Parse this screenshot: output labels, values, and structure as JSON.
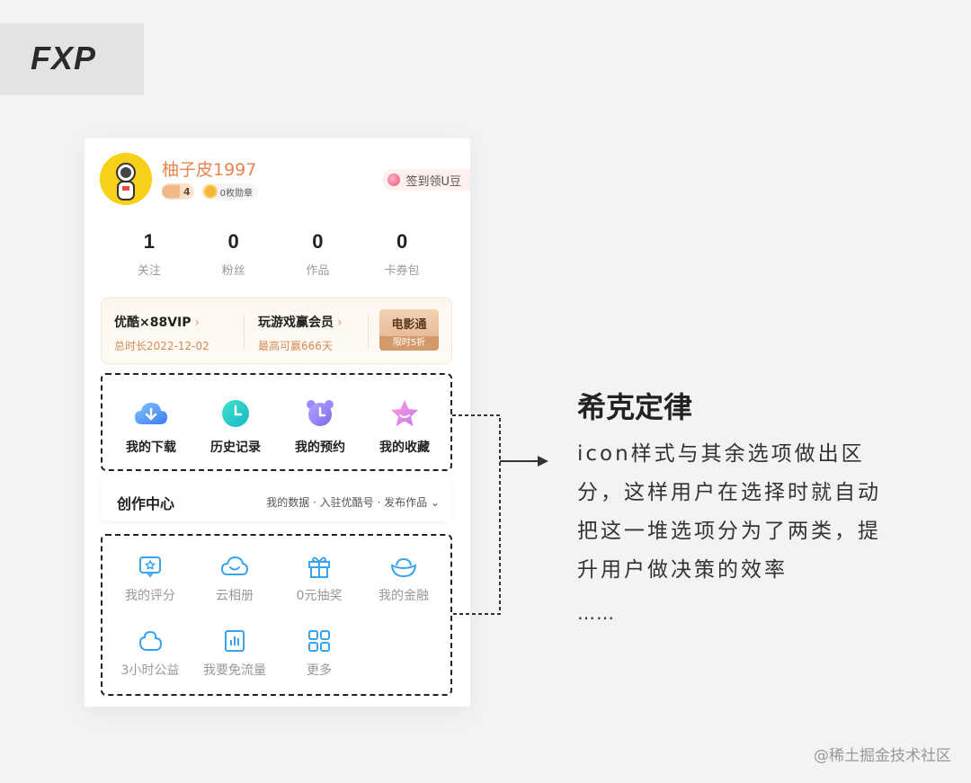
{
  "brand": {
    "logo_text": "FXP"
  },
  "profile": {
    "username": "柚子皮1997",
    "level": "4",
    "medals": "0枚勋章",
    "signin": "签到领U豆"
  },
  "stats": [
    {
      "value": "1",
      "label": "关注"
    },
    {
      "value": "0",
      "label": "粉丝"
    },
    {
      "value": "0",
      "label": "作品"
    },
    {
      "value": "0",
      "label": "卡券包"
    }
  ],
  "vip": {
    "item1": {
      "title": "优酷×88VIP",
      "sub": "总时长2022-12-02"
    },
    "item2": {
      "title": "玩游戏赢会员",
      "sub": "最高可赢666天"
    },
    "movie": {
      "title": "电影通",
      "sub": "限时5折"
    },
    "arrow": "›"
  },
  "quick_actions": [
    {
      "label": "我的下载",
      "icon": "cloud-download-icon"
    },
    {
      "label": "历史记录",
      "icon": "clock-icon"
    },
    {
      "label": "我的预约",
      "icon": "alarm-clock-icon"
    },
    {
      "label": "我的收藏",
      "icon": "star-icon"
    }
  ],
  "creation": {
    "title": "创作中心",
    "links": "我的数据 · 入驻优酷号 · 发布作品 ⌄"
  },
  "services": [
    {
      "label": "我的评分",
      "icon": "rating-icon"
    },
    {
      "label": "云相册",
      "icon": "cloud-album-icon"
    },
    {
      "label": "0元抽奖",
      "icon": "gift-icon"
    },
    {
      "label": "我的金融",
      "icon": "finance-icon"
    },
    {
      "label": "3小时公益",
      "icon": "charity-icon"
    },
    {
      "label": "我要免流量",
      "icon": "data-plan-icon"
    },
    {
      "label": "更多",
      "icon": "grid-icon"
    }
  ],
  "explanation": {
    "title": "希克定律",
    "body": "icon样式与其余选项做出区分，这样用户在选择时就自动把这一堆选项分为了两类，提升用户做决策的效率",
    "ellipsis": "……"
  },
  "watermark": "@稀土掘金技术社区",
  "colors": {
    "username": "#e9844f",
    "vip_sub": "#d68a56",
    "service_icon": "#3aa3ee",
    "background": "#f2f3f5"
  }
}
